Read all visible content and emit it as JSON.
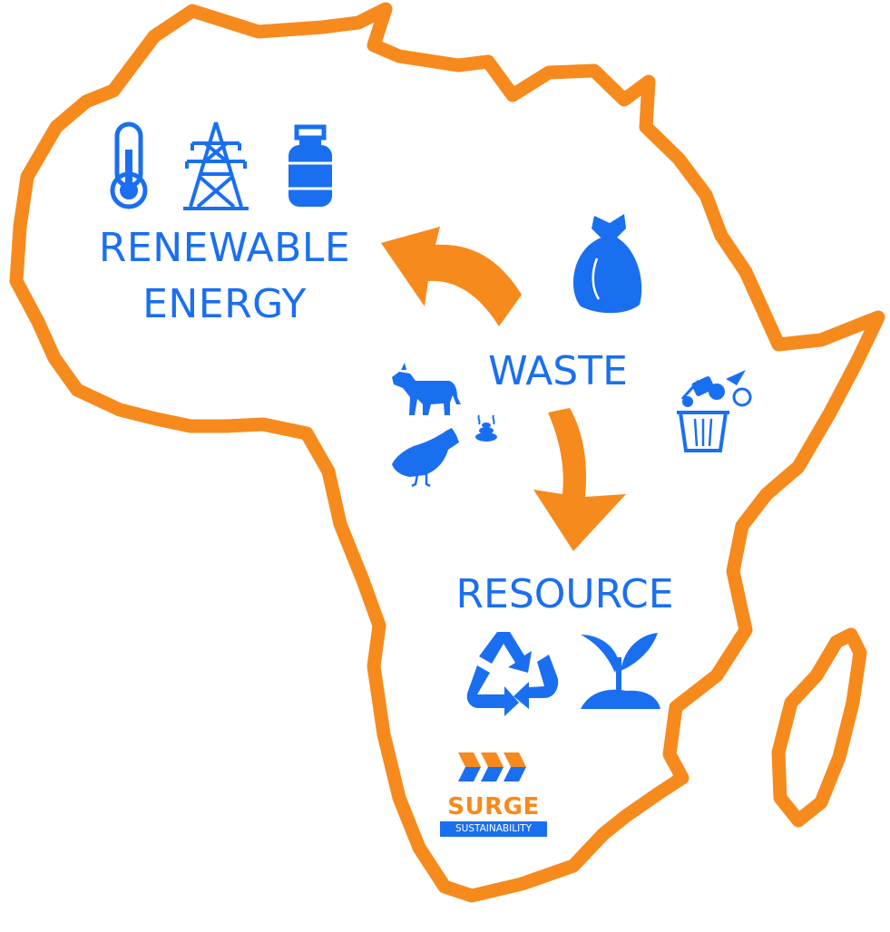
{
  "labels": {
    "renewable": "RENEWABLE",
    "energy": "ENERGY",
    "waste": "WASTE",
    "resource": "RESOURCE"
  },
  "logo": {
    "name": "SURGE",
    "subtitle": "SUSTAINABILITY"
  },
  "colors": {
    "outline": "#f78a1d",
    "icons": "#1a6ff0",
    "background": "#ffffff"
  },
  "icons": [
    "thermometer-icon",
    "power-pylon-icon",
    "gas-cylinder-icon",
    "garbage-bag-icon",
    "cow-icon",
    "dung-icon",
    "chicken-icon",
    "food-waste-bin-icon",
    "recycle-icon",
    "seedling-icon"
  ]
}
